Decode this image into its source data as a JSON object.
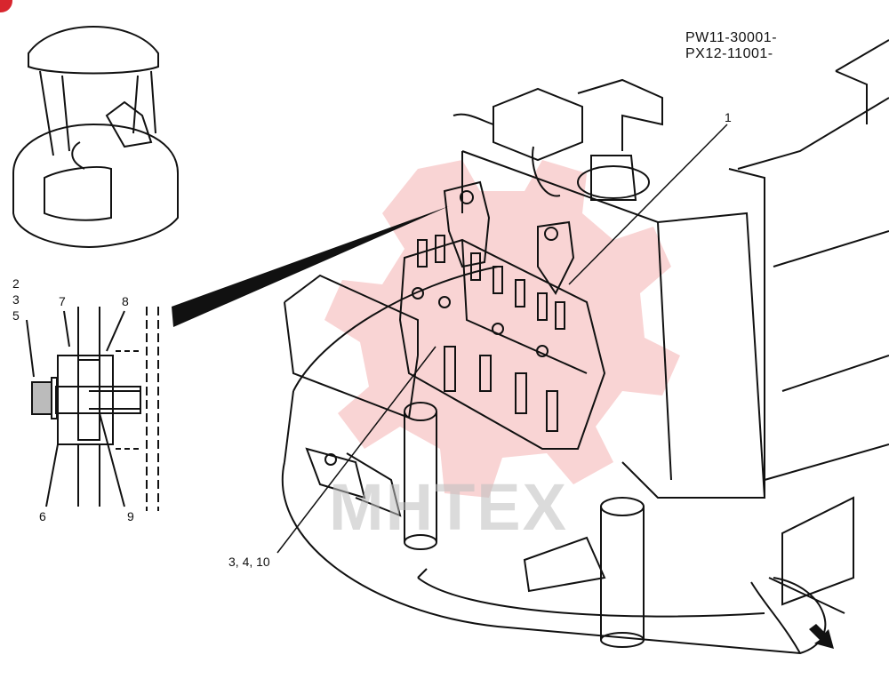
{
  "serials": [
    "PW11-30001-",
    "PX12-11001-"
  ],
  "callouts": {
    "c1": "1",
    "c2": "2",
    "c3": "3",
    "c5": "5",
    "c7": "7",
    "c8": "8",
    "c6": "6",
    "c9": "9",
    "c3410": "3, 4, 10"
  },
  "watermark": "MHTEX",
  "colors": {
    "watermark_red": "#e23a3a",
    "line": "#111111",
    "badge": "#d8262e"
  },
  "icons": {
    "next_page": "arrow-down-right-icon",
    "corner_badge": "badge-icon"
  }
}
